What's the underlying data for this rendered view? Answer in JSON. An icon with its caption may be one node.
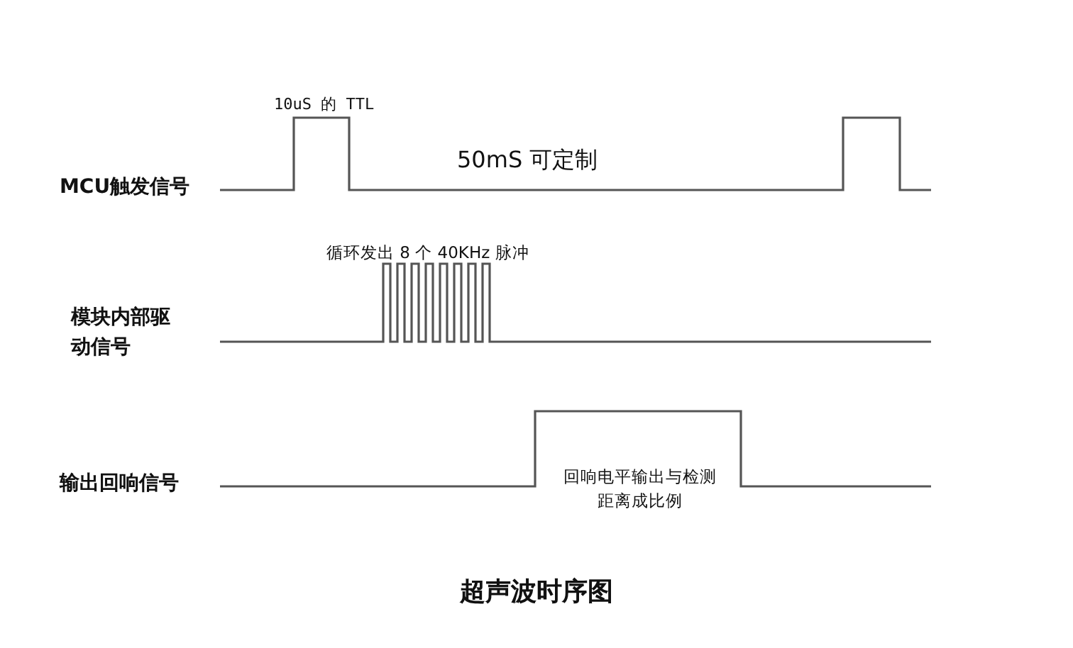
{
  "diagram": {
    "caption": "超声波时序图",
    "labels": [
      "10uS 的 TTL",
      "MCU触发信号",
      "50mS 可定制",
      "循环发出 8 个 40KHz 脉冲",
      "模块内部驱动信号",
      "输出回响信号",
      "回响电平输出与检测距离成比例"
    ]
  }
}
